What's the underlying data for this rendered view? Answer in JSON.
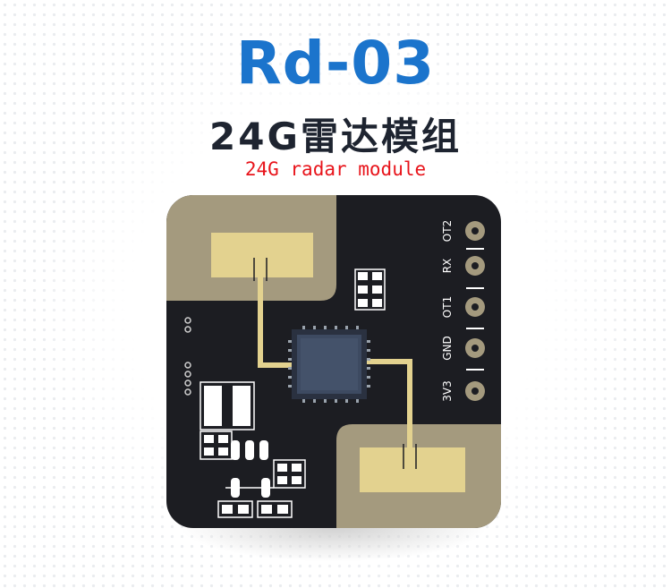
{
  "title": "Rd-03",
  "subtitle": "24G雷达模组",
  "subtitle_en": "24G radar module",
  "pins": [
    "OT2",
    "RX",
    "OT1",
    "GND",
    "3V3"
  ],
  "colors": {
    "title_blue": "#1b74cc",
    "subtitle_dark": "#1e2430",
    "subtitle_red": "#e8141b",
    "pcb": "#1c1d22",
    "copper": "#a49a7e",
    "antenna": "#e3d28f"
  }
}
